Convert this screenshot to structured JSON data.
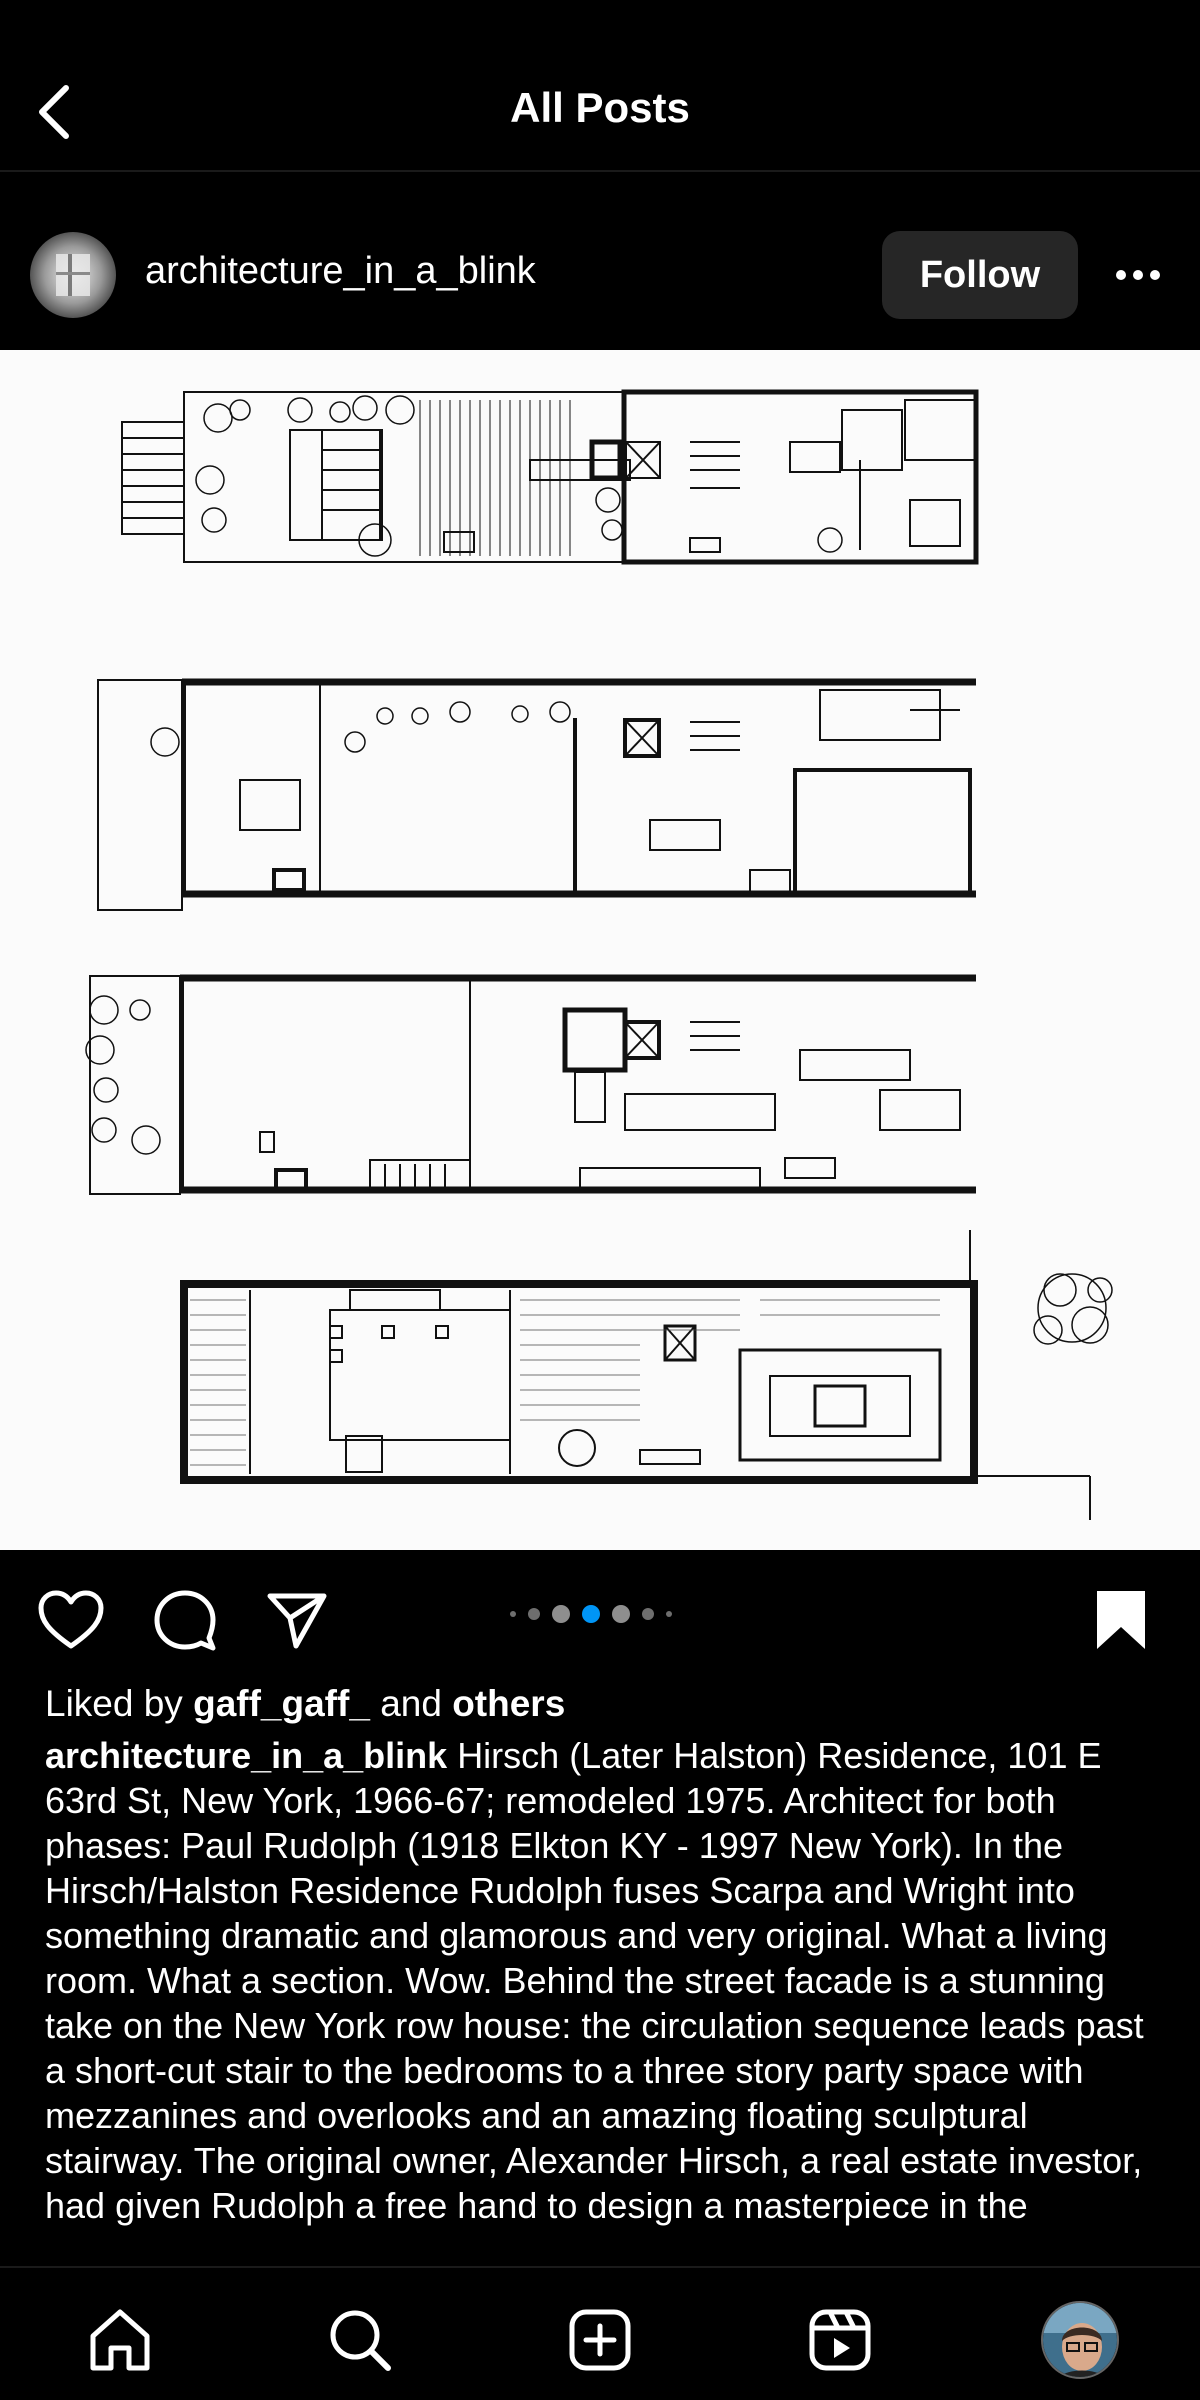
{
  "nav": {
    "title": "All Posts",
    "back_icon": "chevron-left-icon"
  },
  "post": {
    "username": "architecture_in_a_blink",
    "follow_label": "Follow",
    "more_icon": "more-horizontal-icon",
    "image_alt": "floor plans",
    "carousel": {
      "count": 7,
      "active_index": 3
    },
    "likes": {
      "prefix": "Liked by",
      "user": "gaff_gaff_",
      "connector": "and",
      "others": "others"
    },
    "caption_user": "architecture_in_a_blink",
    "caption_text": "Hirsch (Later Halston) Residence, 101 E 63rd St, New York, 1966-67; remodeled 1975. Architect for both phases: Paul Rudolph (1918 Elkton KY - 1997 New York). In the Hirsch/Halston Residence Rudolph fuses Scarpa and Wright into something dramatic and glamorous and very original. What a living room. What a section. Wow. Behind the street facade is a stunning take on the New York row house: the circulation sequence leads past a short-cut stair to the bedrooms to a three story party space with mezzanines and overlooks and an amazing floating sculptural stairway. The original owner, Alexander Hirsch, a real estate investor, had given Rudolph a free hand to design a masterpiece in the"
  },
  "actions": {
    "like_icon": "heart-icon",
    "comment_icon": "comment-icon",
    "share_icon": "send-icon",
    "save_icon": "bookmark-icon"
  },
  "bottom_nav": {
    "home_icon": "home-icon",
    "search_icon": "search-icon",
    "create_icon": "plus-square-icon",
    "reels_icon": "reels-icon",
    "profile_icon": "profile-avatar"
  },
  "colors": {
    "background": "#000000",
    "active_dot": "#0095f6",
    "follow_bg": "#262626"
  }
}
